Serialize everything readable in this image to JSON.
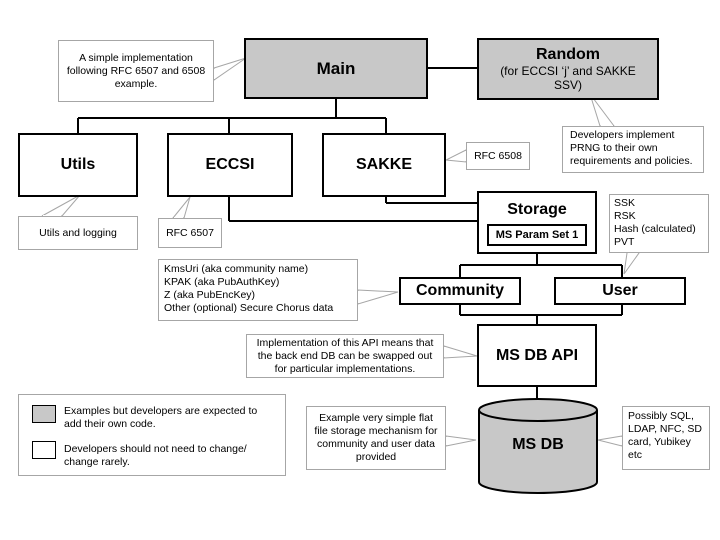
{
  "nodes": {
    "main": "Main",
    "random": {
      "title": "Random",
      "subtitle": "(for ECCSI ‘j’ and SAKKE SSV)"
    },
    "utils": "Utils",
    "eccsi": "ECCSI",
    "sakke": "SAKKE",
    "storage": {
      "title": "Storage",
      "inner": "MS Param Set 1"
    },
    "community": "Community",
    "user": "User",
    "ms_db_api": "MS DB API",
    "ms_db": "MS DB"
  },
  "notes": {
    "main_note": "A simple implementation following RFC 6507 and 6508 example.",
    "random_note": "Developers implement PRNG to their own requirements and policies.",
    "sakke_rfc": "RFC 6508",
    "utils_note": "Utils and logging",
    "eccsi_rfc": "RFC 6507",
    "storage_items": "SSK\nRSK\nHash (calculated)\nPVT",
    "community_items": "KmsUri (aka community name)\nKPAK (aka PubAuthKey)\nZ (aka PubEncKey)\nOther (optional) Secure Chorus data",
    "api_note": "Implementation of this API means that the back end DB can be swapped out for particular implementations.",
    "db_note": "Example very simple flat file storage mechanism for community and user data provided",
    "db_options": "Possibly SQL, LDAP, NFC, SD card, Yubikey etc"
  },
  "legend": {
    "gray_label": "Examples but developers are expected to add their own code.",
    "white_label": "Developers should not need to change/ change rarely."
  },
  "colors": {
    "gray_fill": "#c8c8c8",
    "line": "#000000",
    "note_border": "#a6a6a6"
  }
}
